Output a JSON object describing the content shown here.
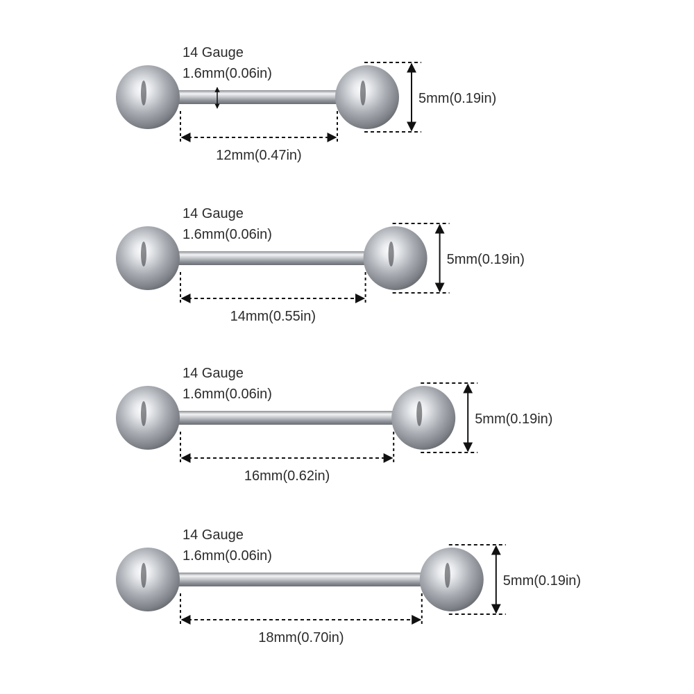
{
  "colors": {
    "background": "#ffffff",
    "text": "#2b2b2b",
    "dimension_line": "#111111",
    "metal_light": "#f4f5f7",
    "metal_mid": "#b9bcc1",
    "metal_dark": "#6e7278"
  },
  "barbells": [
    {
      "gauge_label": "14 Gauge",
      "thickness_label": "1.6mm(0.06in)",
      "length_label": "12mm(0.47in)",
      "ball_label": "5mm(0.19in)",
      "length_mm": 12,
      "ball_mm": 5,
      "shows_thickness_arrow": true
    },
    {
      "gauge_label": "14 Gauge",
      "thickness_label": "1.6mm(0.06in)",
      "length_label": "14mm(0.55in)",
      "ball_label": "5mm(0.19in)",
      "length_mm": 14,
      "ball_mm": 5,
      "shows_thickness_arrow": false
    },
    {
      "gauge_label": "14 Gauge",
      "thickness_label": "1.6mm(0.06in)",
      "length_label": "16mm(0.62in)",
      "ball_label": "5mm(0.19in)",
      "length_mm": 16,
      "ball_mm": 5,
      "shows_thickness_arrow": false
    },
    {
      "gauge_label": "14 Gauge",
      "thickness_label": "1.6mm(0.06in)",
      "length_label": "18mm(0.70in)",
      "ball_label": "5mm(0.19in)",
      "length_mm": 18,
      "ball_mm": 5,
      "shows_thickness_arrow": false
    }
  ]
}
